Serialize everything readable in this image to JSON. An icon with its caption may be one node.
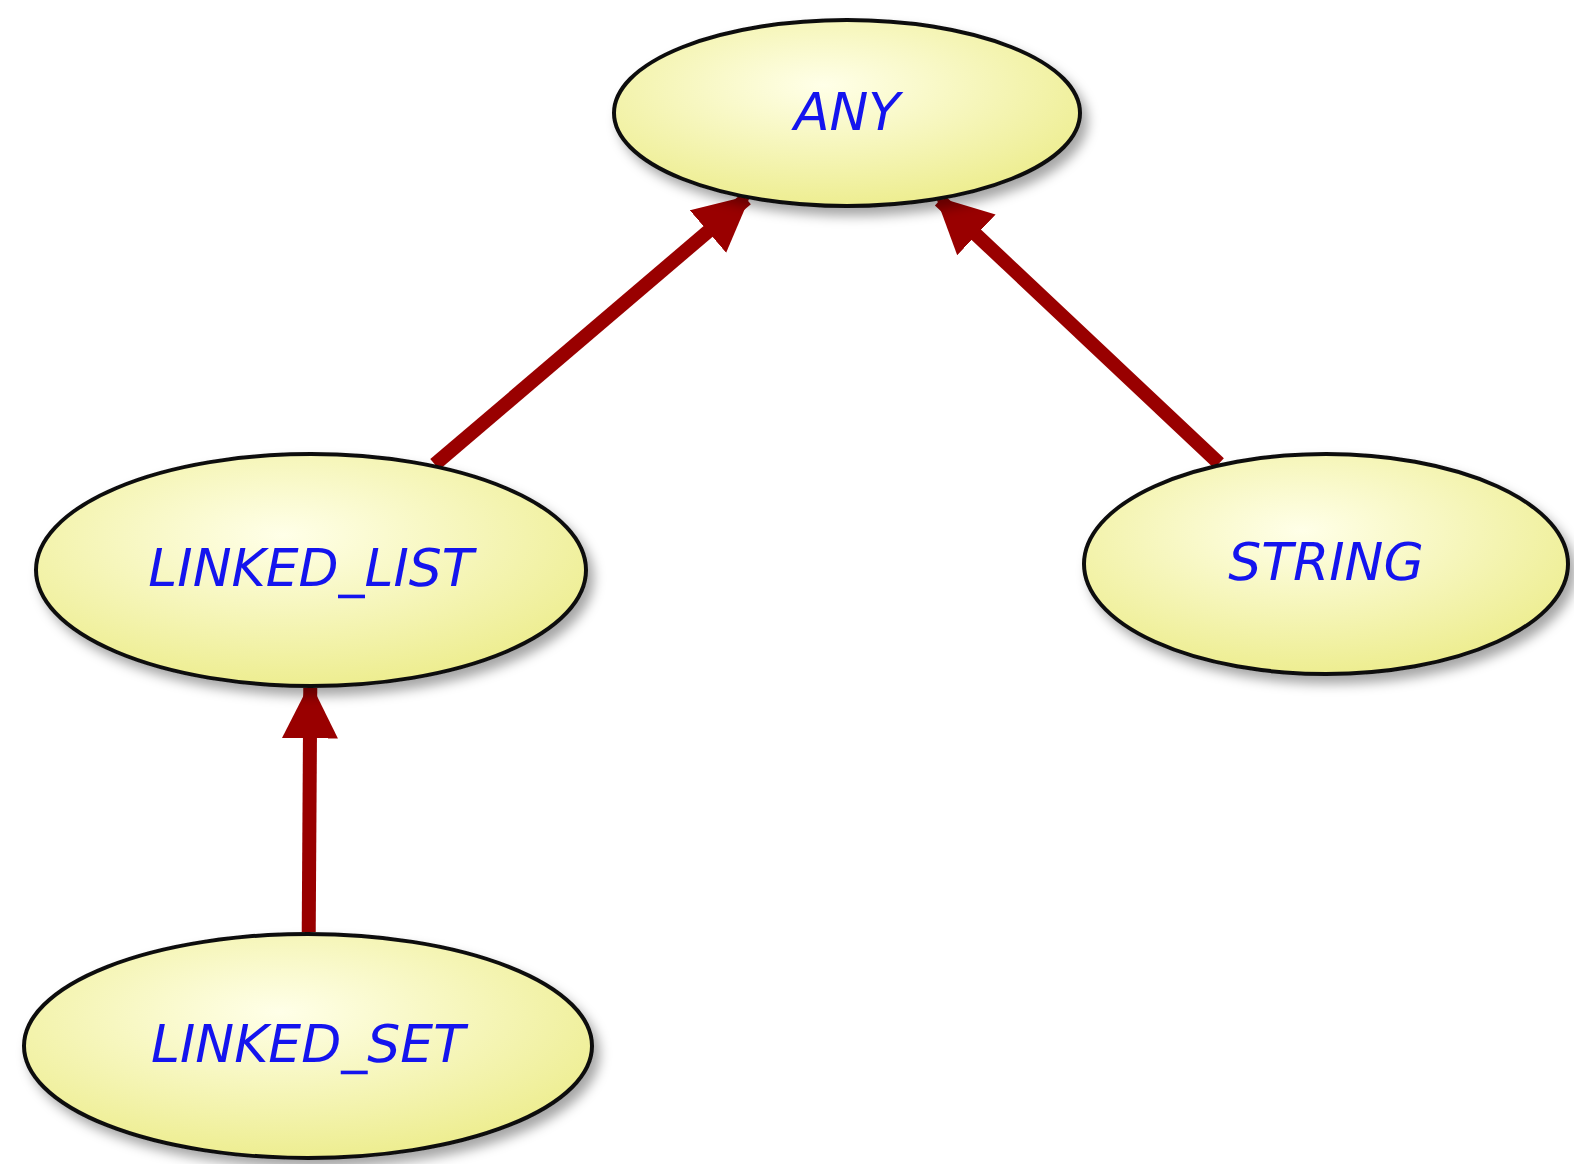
{
  "diagram": {
    "nodes": [
      {
        "text": [
          "ANY"
        ]
      },
      {
        "text": [
          "LINKED_LIST"
        ]
      },
      {
        "text": [
          "STRING"
        ]
      },
      {
        "text": [
          "LINKED_SET"
        ]
      }
    ],
    "edges": [
      {
        "from": 1,
        "to": 0,
        "arrow": "to"
      },
      {
        "from": 2,
        "to": 0,
        "arrow": "to"
      },
      {
        "from": 3,
        "to": 1,
        "arrow": "to"
      }
    ]
  }
}
